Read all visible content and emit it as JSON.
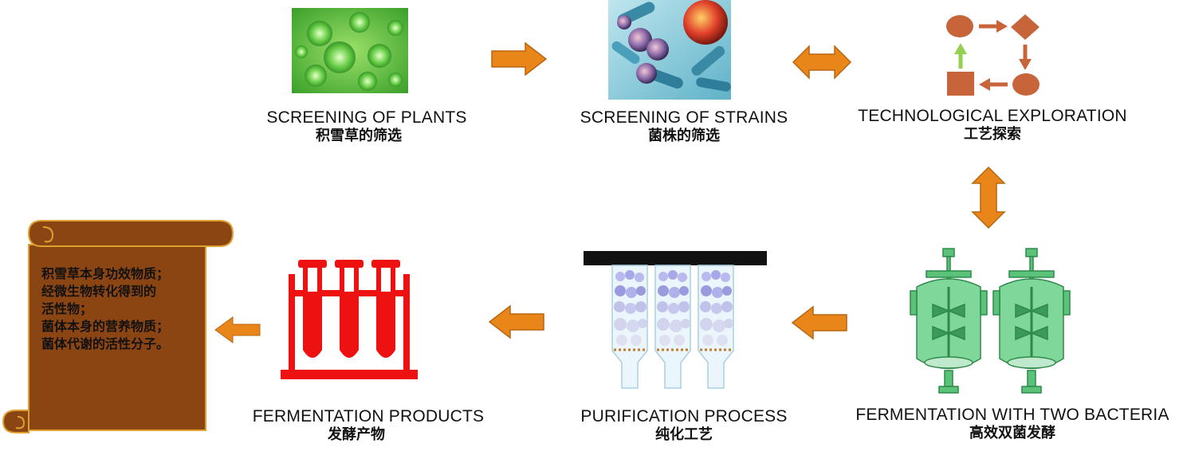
{
  "steps": {
    "plants": {
      "en": "SCREENING OF PLANTS",
      "zh": "积雪草的筛选"
    },
    "strains": {
      "en": "SCREENING OF STRAINS",
      "zh": "菌株的筛选"
    },
    "tech": {
      "en": "TECHNOLOGICAL EXPLORATION",
      "zh": "工艺探索"
    },
    "ferment": {
      "en": "FERMENTATION WITH TWO BACTERIA",
      "zh": "高效双菌发酵"
    },
    "purify": {
      "en": "PURIFICATION PROCESS",
      "zh": "纯化工艺"
    },
    "products": {
      "en": "FERMENTATION PRODUCTS",
      "zh": "发酵产物"
    }
  },
  "scroll": {
    "lines": [
      "积雪草本身功效物质；",
      "经微生物转化得到的",
      "活性物；",
      "菌体本身的营养物质；",
      "菌体代谢的活性分子。"
    ]
  },
  "colors": {
    "arrow": "#E8861A",
    "arrow_outline": "#B86510",
    "flow_icon": "#C8643A",
    "flow_up_arrow": "#92D050",
    "tube_red": "#EE1111",
    "scroll_fill": "#8B4513",
    "scroll_outline": "#E0A030",
    "reactor_green": "#5BC27A"
  },
  "icons": [
    "plant-photo-icon",
    "bacteria-photo-icon",
    "process-flow-icon",
    "bioreactor-icon",
    "purification-column-icon",
    "test-tube-rack-icon",
    "scroll-icon"
  ]
}
